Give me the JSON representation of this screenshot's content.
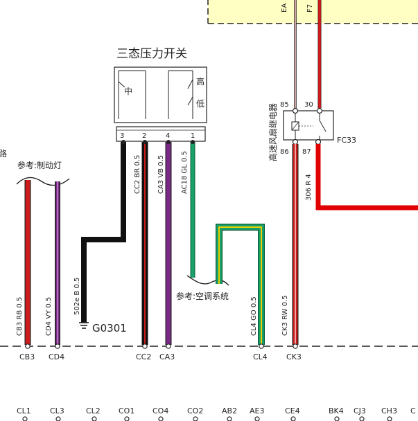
{
  "top_module": {
    "pins": [
      "EA",
      "F7"
    ]
  },
  "switch": {
    "title": "三态压力开关",
    "mid_label": "中",
    "high_label": "高",
    "low_label": "低",
    "pins": [
      "3",
      "2",
      "4",
      "1"
    ]
  },
  "relay": {
    "title": "高速风扇继电器",
    "name": "FC33",
    "pins": [
      "85",
      "30",
      "86",
      "87"
    ]
  },
  "refs": {
    "left_edge": "路",
    "brake": "参考:制动灯",
    "ac": "参考:空调系统"
  },
  "wires": [
    {
      "id": "CB3",
      "label": "CB3  RB  0.5",
      "connector": "CB3",
      "color": "#cc1c1c"
    },
    {
      "id": "CD4",
      "label": "CD4  VY  0.5",
      "connector": "CD4",
      "color": "#7a2a86"
    },
    {
      "id": "502e",
      "label": "502e  B  0.5",
      "color": "#111111"
    },
    {
      "id": "CC2",
      "label": "CC2  BR  0.5",
      "connector": "CC2",
      "color": "#111111"
    },
    {
      "id": "CA3",
      "label": "CA3  VB  0.5",
      "connector": "CA3",
      "color": "#7a2a86"
    },
    {
      "id": "AC18",
      "label": "AC18  GL  0.5",
      "color": "#1aa06a"
    },
    {
      "id": "CL4",
      "label": "CL4  GO  0.5",
      "connector": "CL4",
      "color": "#1aa06a"
    },
    {
      "id": "CK3",
      "label": "CK3  RW  0.5",
      "connector": "CK3",
      "color": "#cc1c1c"
    },
    {
      "id": "306",
      "label": "306  R  4",
      "color": "#e00000"
    }
  ],
  "ground": {
    "label": "G0301"
  },
  "bottom_connectors": [
    "CL1",
    "CL3",
    "CL2",
    "CO1",
    "CO4",
    "CO2",
    "AB2",
    "AE3",
    "CE4",
    "BK4",
    "CJ3",
    "CH3",
    "C"
  ]
}
